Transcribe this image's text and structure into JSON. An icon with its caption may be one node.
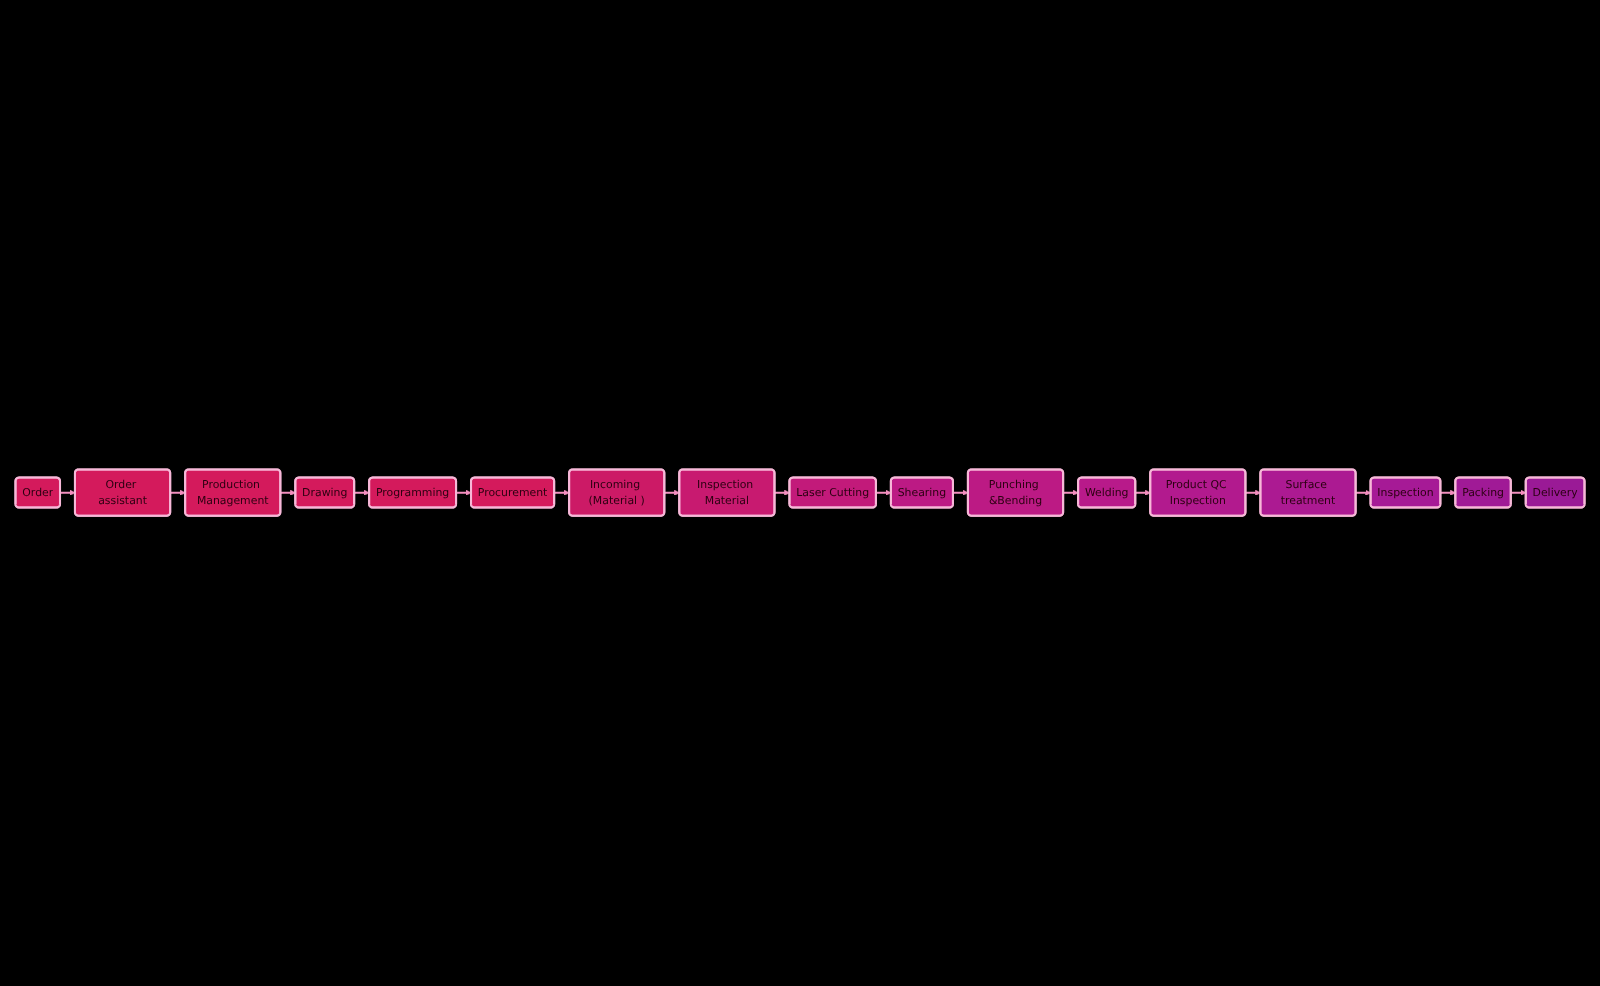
{
  "diagram": {
    "nodes": [
      {
        "text": [
          "Order"
        ]
      },
      {
        "text": [
          "Order assistant"
        ]
      },
      {
        "text": [
          "Production Management"
        ]
      },
      {
        "text": [
          "Drawing"
        ]
      },
      {
        "text": [
          "Programming"
        ]
      },
      {
        "text": [
          "Procurement"
        ]
      },
      {
        "text": [
          "Incoming (Material )"
        ]
      },
      {
        "text": [
          "Inspection Material"
        ]
      },
      {
        "text": [
          "Laser Cutting"
        ]
      },
      {
        "text": [
          "Shearing"
        ]
      },
      {
        "text": [
          "Punching &Bending"
        ]
      },
      {
        "text": [
          "Welding"
        ]
      },
      {
        "text": [
          "Product QC Inspection"
        ]
      },
      {
        "text": [
          "Surface treatment"
        ]
      },
      {
        "text": [
          "Inspection"
        ]
      },
      {
        "text": [
          "Packing"
        ]
      },
      {
        "text": [
          "Delivery"
        ]
      }
    ],
    "edges": [
      {
        "from": 0,
        "to": 1,
        "arrow": "to"
      },
      {
        "from": 1,
        "to": 2,
        "arrow": "to"
      },
      {
        "from": 2,
        "to": 3,
        "arrow": "to"
      },
      {
        "from": 3,
        "to": 4,
        "arrow": "to"
      },
      {
        "from": 4,
        "to": 5,
        "arrow": "to"
      },
      {
        "from": 5,
        "to": 6,
        "arrow": "to"
      },
      {
        "from": 6,
        "to": 7,
        "arrow": "to"
      },
      {
        "from": 7,
        "to": 8,
        "arrow": "to"
      },
      {
        "from": 8,
        "to": 9,
        "arrow": "to"
      },
      {
        "from": 9,
        "to": 10,
        "arrow": "to"
      },
      {
        "from": 10,
        "to": 11,
        "arrow": "to"
      },
      {
        "from": 11,
        "to": 12,
        "arrow": "to"
      },
      {
        "from": 12,
        "to": 13,
        "arrow": "to"
      },
      {
        "from": 13,
        "to": 14,
        "arrow": "to"
      },
      {
        "from": 14,
        "to": 15,
        "arrow": "to"
      },
      {
        "from": 15,
        "to": 16,
        "arrow": "to"
      }
    ]
  }
}
